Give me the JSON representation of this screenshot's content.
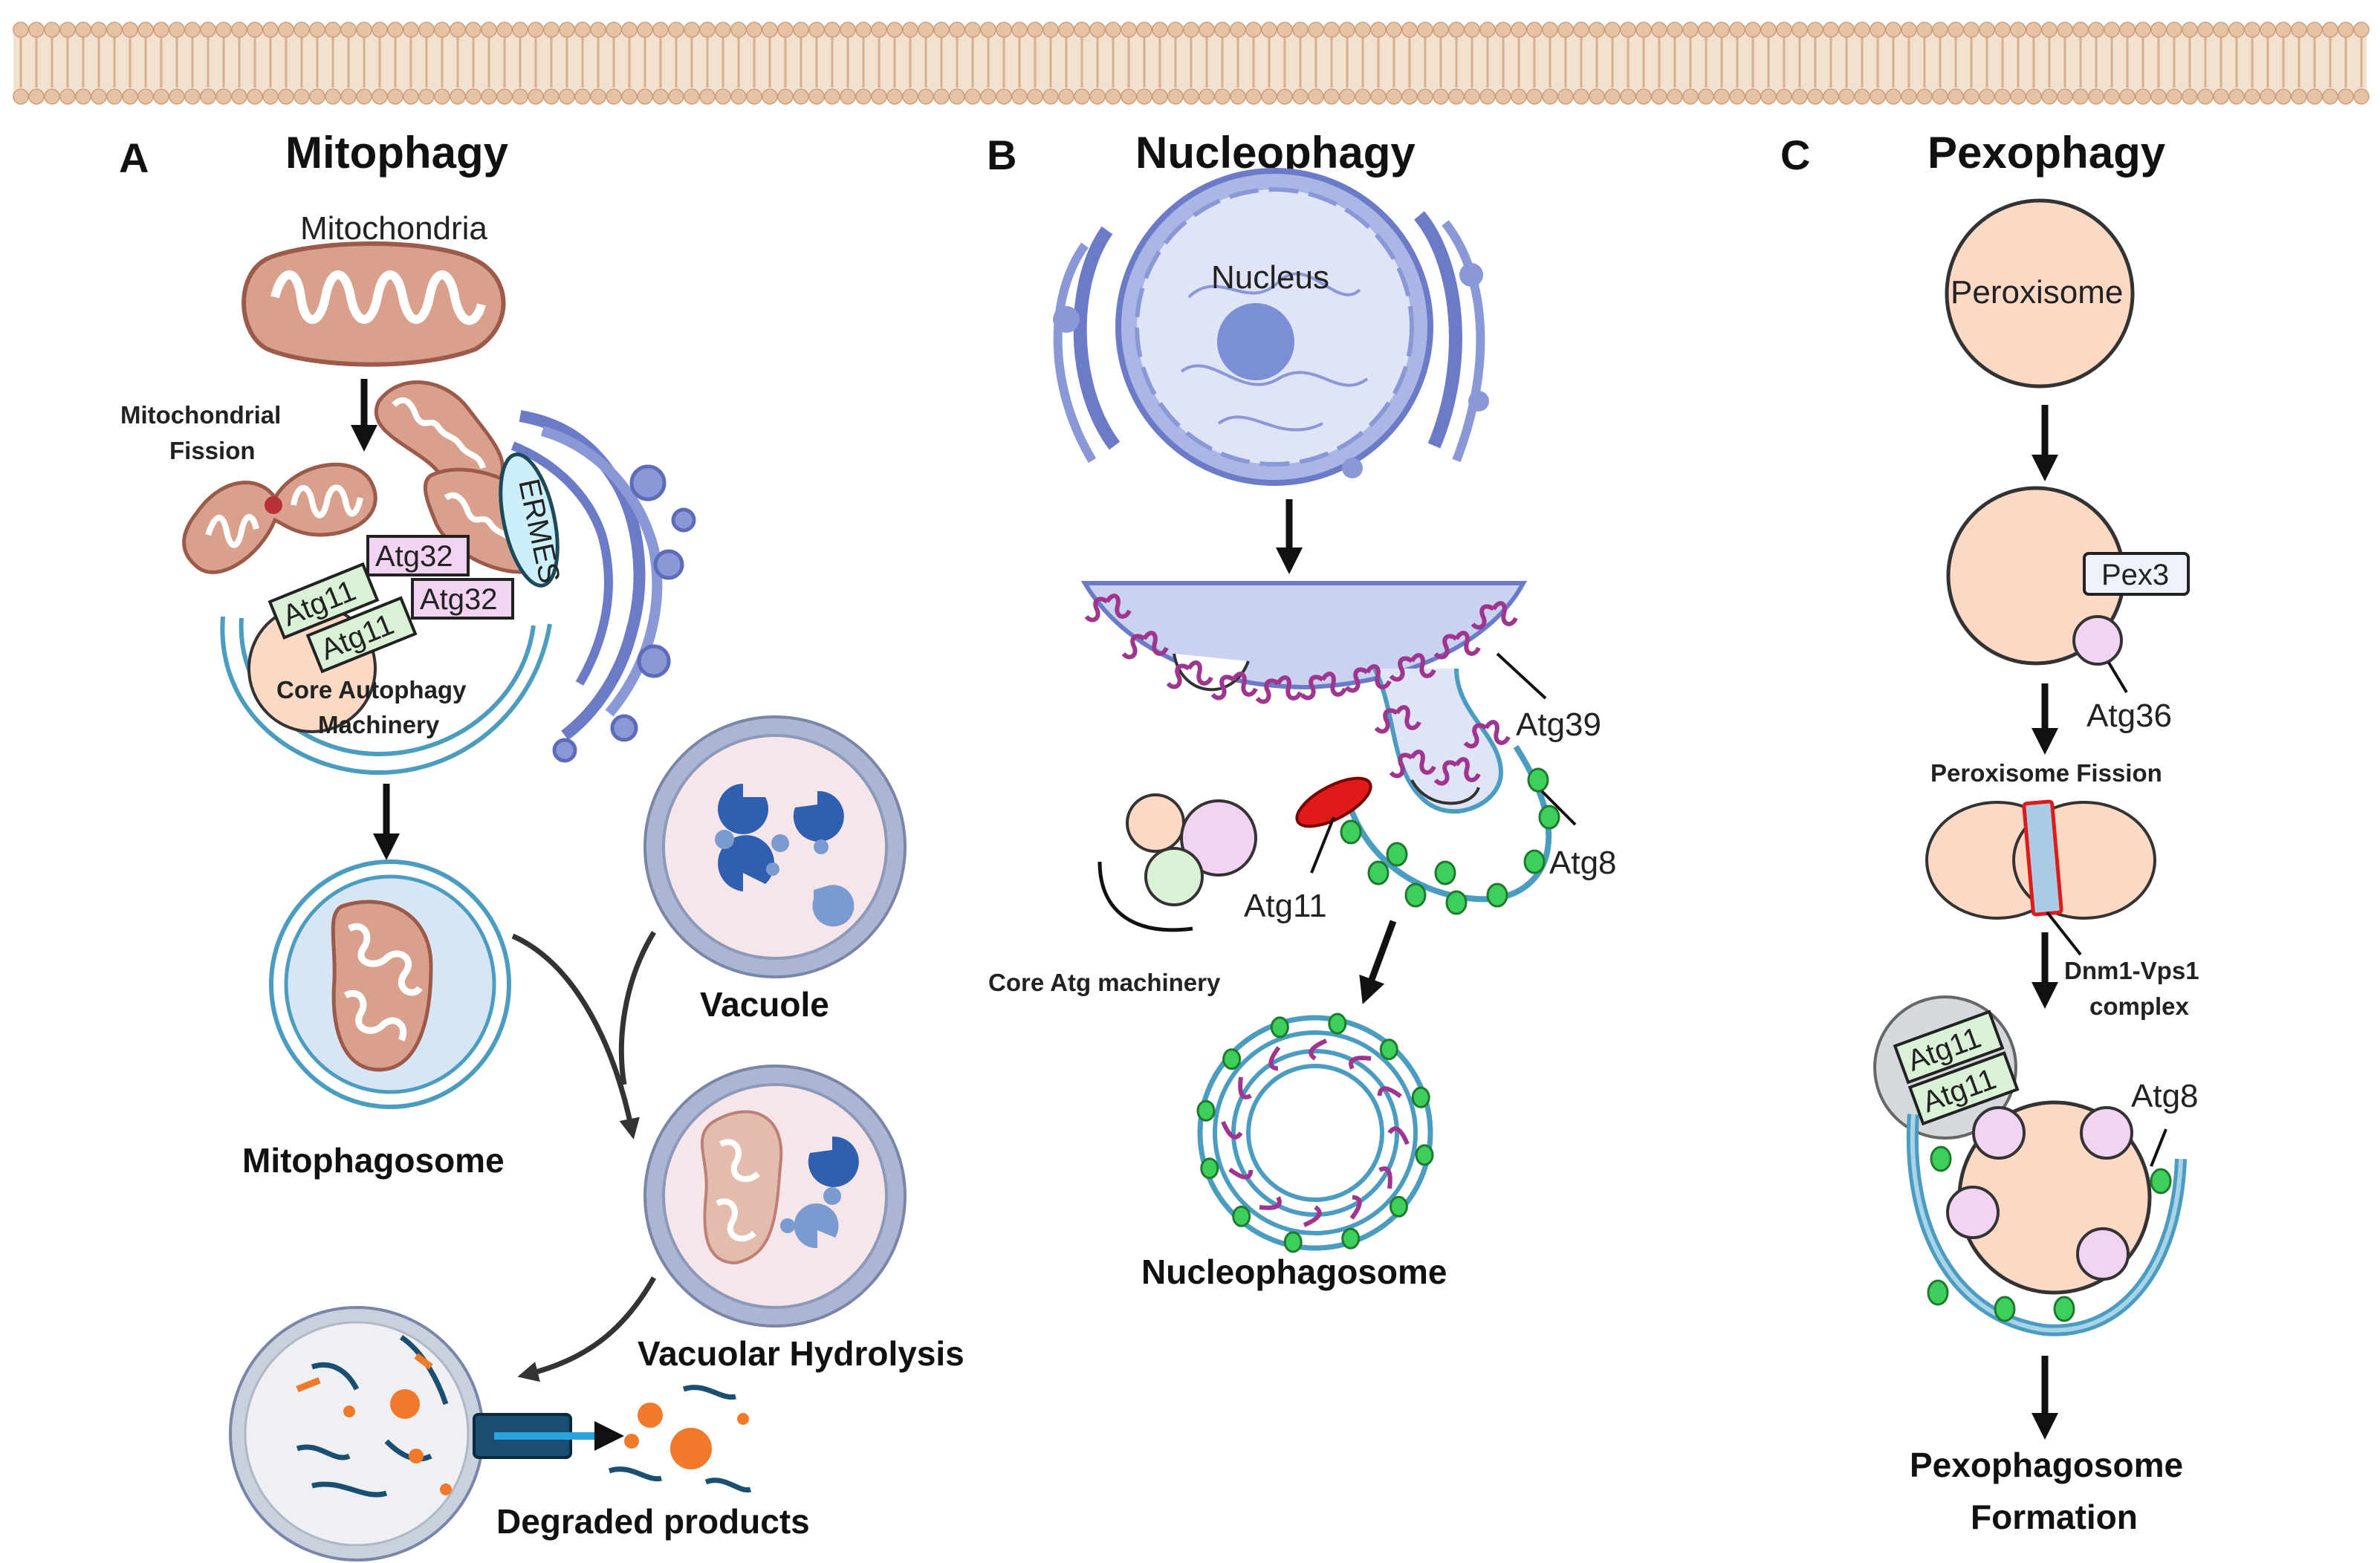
{
  "panels": {
    "a": {
      "letter": "A",
      "title": "Mitophagy",
      "mitochondria": "Mitochondria",
      "fission_line1": "Mitochondrial",
      "fission_line2": "Fission",
      "atg32": "Atg32",
      "atg11": "Atg11",
      "ermes": "ERMES",
      "core_line1": "Core Autophagy",
      "core_line2": "Machinery",
      "mitophagosome": "Mitophagosome",
      "vacuole": "Vacuole",
      "vacuolar_hydrolysis": "Vacuolar Hydrolysis",
      "degraded_products": "Degraded products"
    },
    "b": {
      "letter": "B",
      "title": "Nucleophagy",
      "nucleus": "Nucleus",
      "atg39": "Atg39",
      "atg8": "Atg8",
      "atg11": "Atg11",
      "core_atg": "Core Atg machinery",
      "nucleophagosome": "Nucleophagosome"
    },
    "c": {
      "letter": "C",
      "title": "Pexophagy",
      "peroxisome": "Peroxisome",
      "pex3": "Pex3",
      "atg36": "Atg36",
      "peroxisome_fission": "Peroxisome Fission",
      "dnm1_line1": "Dnm1-Vps1",
      "dnm1_line2": "complex",
      "atg11": "Atg11",
      "atg8": "Atg8",
      "pexophagosome_line1": "Pexophagosome",
      "pexophagosome_line2": "Formation"
    }
  },
  "colors": {
    "membrane_bead": "#e5c3a4",
    "mito_fill": "#d9a08c",
    "mito_stroke": "#9c5a4a",
    "er_blue": "#7f8fd0",
    "nucleus_fill": "#c9d2f0",
    "peroxisome_fill": "#fbd9c5",
    "atg11_box": "#d9f2d6",
    "atg32_box": "#f3d3f2",
    "ermes_fill": "#cdeffa",
    "autophagosome_ring": "#4a9cc0",
    "atg8_dot": "#3ecf5a",
    "atg39_purple": "#a0358f",
    "atg11_red": "#e01a1a",
    "vacuole_ring": "#aab6d2",
    "vacuole_fill": "#f6e6ea",
    "hydrolase_blue": "#2f5fae",
    "product_orange": "#f07a2a",
    "product_teal": "#1b4f72"
  }
}
